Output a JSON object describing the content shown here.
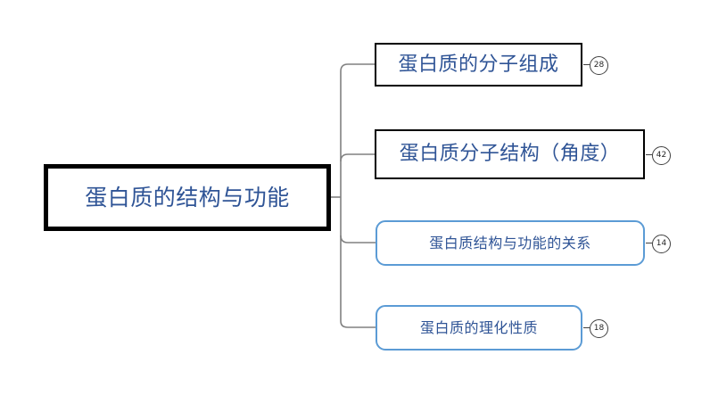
{
  "diagram": {
    "type": "mind-map",
    "orientation": "left-to-right",
    "root": {
      "label": "蛋白质的结构与功能",
      "border_color": "#000000",
      "text_color": "#2f5496",
      "shape": "rectangle"
    },
    "branches": [
      {
        "label": "蛋白质的分子组成",
        "badge": "28",
        "shape": "rectangle",
        "border_color": "#000000",
        "text_color": "#2f5496"
      },
      {
        "label": "蛋白质分子结构（角度）",
        "badge": "42",
        "shape": "rectangle",
        "border_color": "#000000",
        "text_color": "#2f5496"
      },
      {
        "label": "蛋白质结构与功能的关系",
        "badge": "14",
        "shape": "rounded-rectangle",
        "border_color": "#5b9bd5",
        "text_color": "#2f5496"
      },
      {
        "label": "蛋白质的理化性质",
        "badge": "18",
        "shape": "rounded-rectangle",
        "border_color": "#5b9bd5",
        "text_color": "#2f5496"
      }
    ],
    "connector_color": "#808080",
    "background_color": "#ffffff"
  }
}
